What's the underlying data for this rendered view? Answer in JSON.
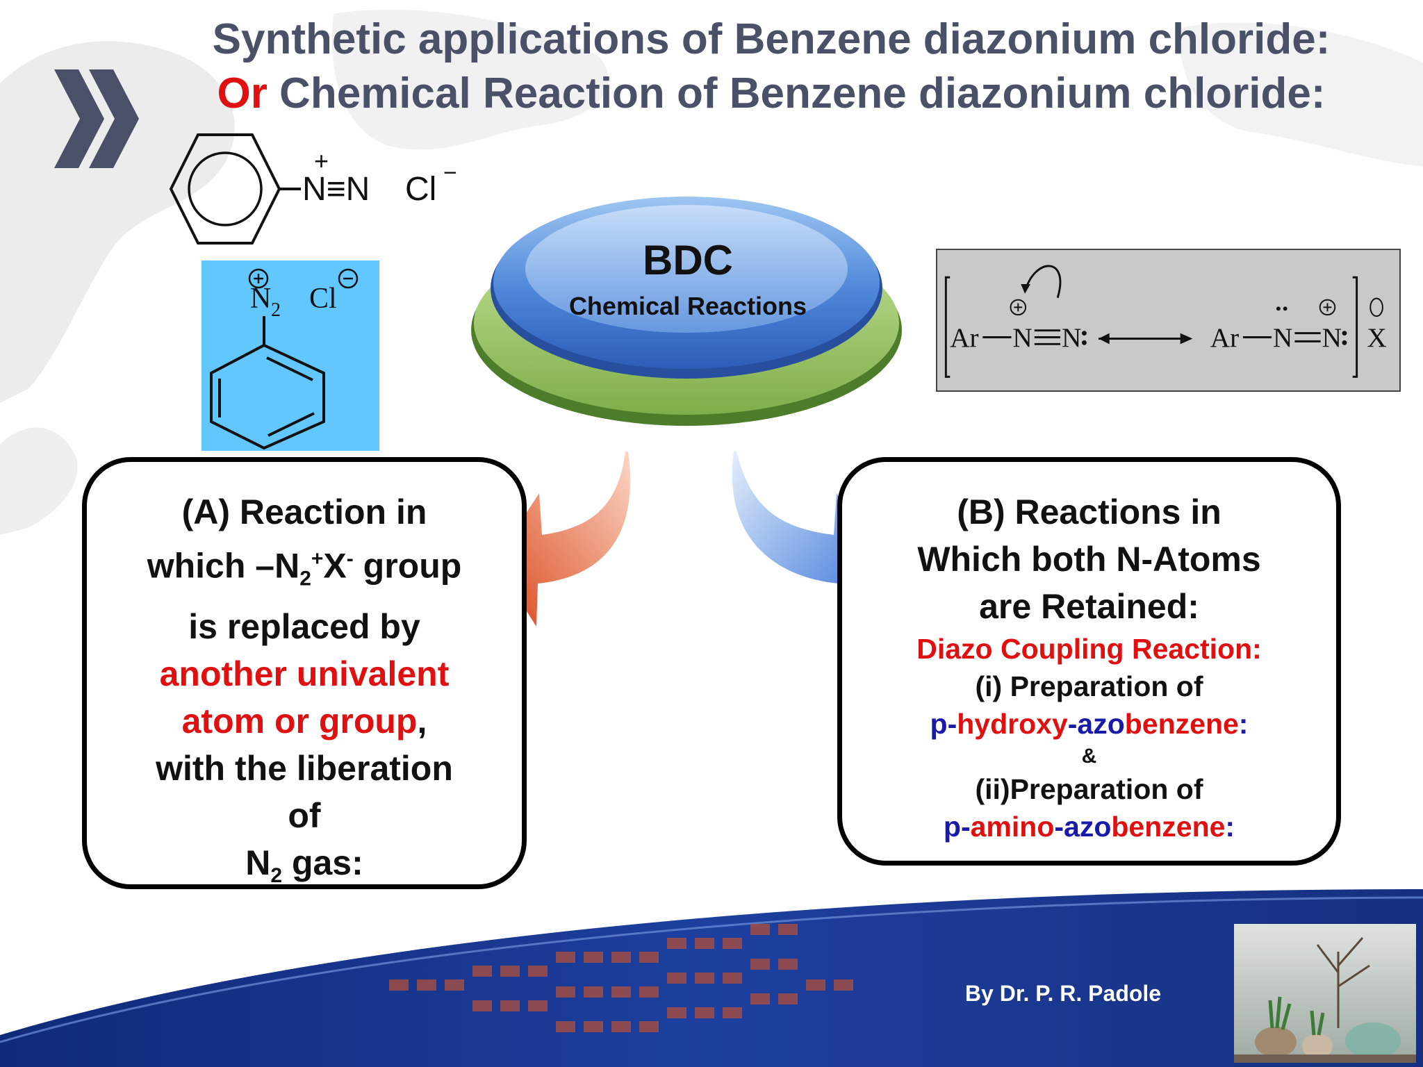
{
  "title": {
    "line1": "Synthetic applications of Benzene diazonium chloride:",
    "line2_or": "Or",
    "line2_rest": " Chemical Reaction of Benzene diazonium chloride:"
  },
  "structure_top": {
    "plus": "+",
    "formula": "N≡N",
    "anion": "Cl",
    "minus": "−"
  },
  "structure_blue": {
    "n2": "N",
    "sub2": "2",
    "cl": "Cl"
  },
  "hub": {
    "title": "BDC",
    "subtitle": "Chemical Reactions"
  },
  "resonance": {
    "left_ar": "Ar",
    "left_n": "N",
    "right_ar": "Ar",
    "right_n": "N",
    "anion": "X"
  },
  "box_a": {
    "l1": "(A) Reaction in",
    "l2a": "which –N",
    "l2sub": "2",
    "l2sup": "+",
    "l2b": "X",
    "l2sup2": "-",
    "l2c": " group",
    "l3": "is replaced by",
    "l4": "another univalent",
    "l5a": "atom or group",
    "l5b": ",",
    "l6": "with the liberation",
    "l7": "of",
    "l8a": "N",
    "l8sub": "2",
    "l8b": " gas:"
  },
  "box_b": {
    "l1": "(B) Reactions in",
    "l2": "Which both N-Atoms",
    "l3": "are Retained:",
    "l4": "Diazo Coupling Reaction:",
    "l5": "(i) Preparation of",
    "l6a": "p-",
    "l6b": "hydroxy",
    "l6c": "-azo",
    "l6d": "benzene",
    "l6e": ":",
    "l7": "&",
    "l8": "(ii)Preparation of",
    "l9a": "p-",
    "l9b": "amino",
    "l9c": "-azo",
    "l9d": "benzene",
    "l9e": ":"
  },
  "byline": "By Dr. P. R. Padole",
  "colors": {
    "title": "#4a5068",
    "red": "#e01010",
    "navy": "#1a1aa8",
    "blue_box": "#62c6ff",
    "footer": "#1f3fa0"
  }
}
